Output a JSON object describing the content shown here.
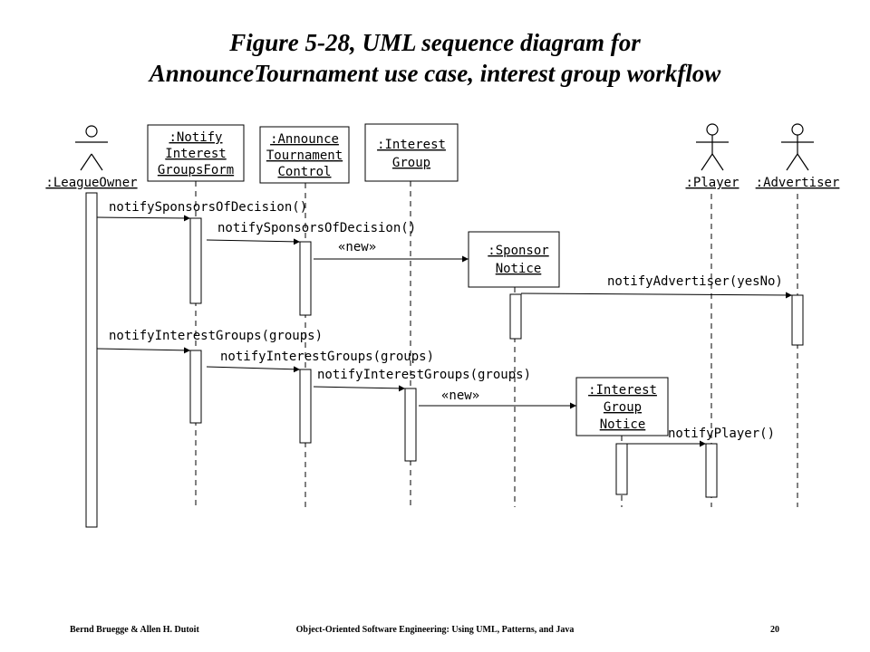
{
  "title": {
    "line1": "Figure 5-28, UML sequence diagram for",
    "line2": "AnnounceTournament  use case, interest group workflow"
  },
  "participants": {
    "league_owner": ":LeagueOwner",
    "notify_form": [
      ":Notify",
      "Interest",
      "GroupsForm"
    ],
    "announce_control": [
      ":Announce",
      "Tournament",
      "Control"
    ],
    "interest_group": [
      ":Interest",
      "Group"
    ],
    "sponsor_notice": [
      ":Sponsor",
      "Notice"
    ],
    "interest_group_notice": [
      ":Interest",
      "Group",
      "Notice"
    ],
    "player": ":Player",
    "advertiser": ":Advertiser"
  },
  "messages": {
    "m1": "notifySponsorsOfDecision()",
    "m2": "notifySponsorsOfDecision()",
    "m3": "«new»",
    "m4": "notifyAdvertiser(yesNo)",
    "m5": "notifyInterestGroups(groups)",
    "m6": "notifyInterestGroups(groups)",
    "m7": "notifyInterestGroups(groups)",
    "m8": "«new»",
    "m9": "notifyPlayer()"
  },
  "footer": {
    "authors": "Bernd Bruegge & Allen H. Dutoit",
    "book": "Object-Oriented Software Engineering: Using UML, Patterns, and Java",
    "page": "20"
  },
  "colors": {
    "ink": "#000000",
    "background": "#ffffff"
  }
}
